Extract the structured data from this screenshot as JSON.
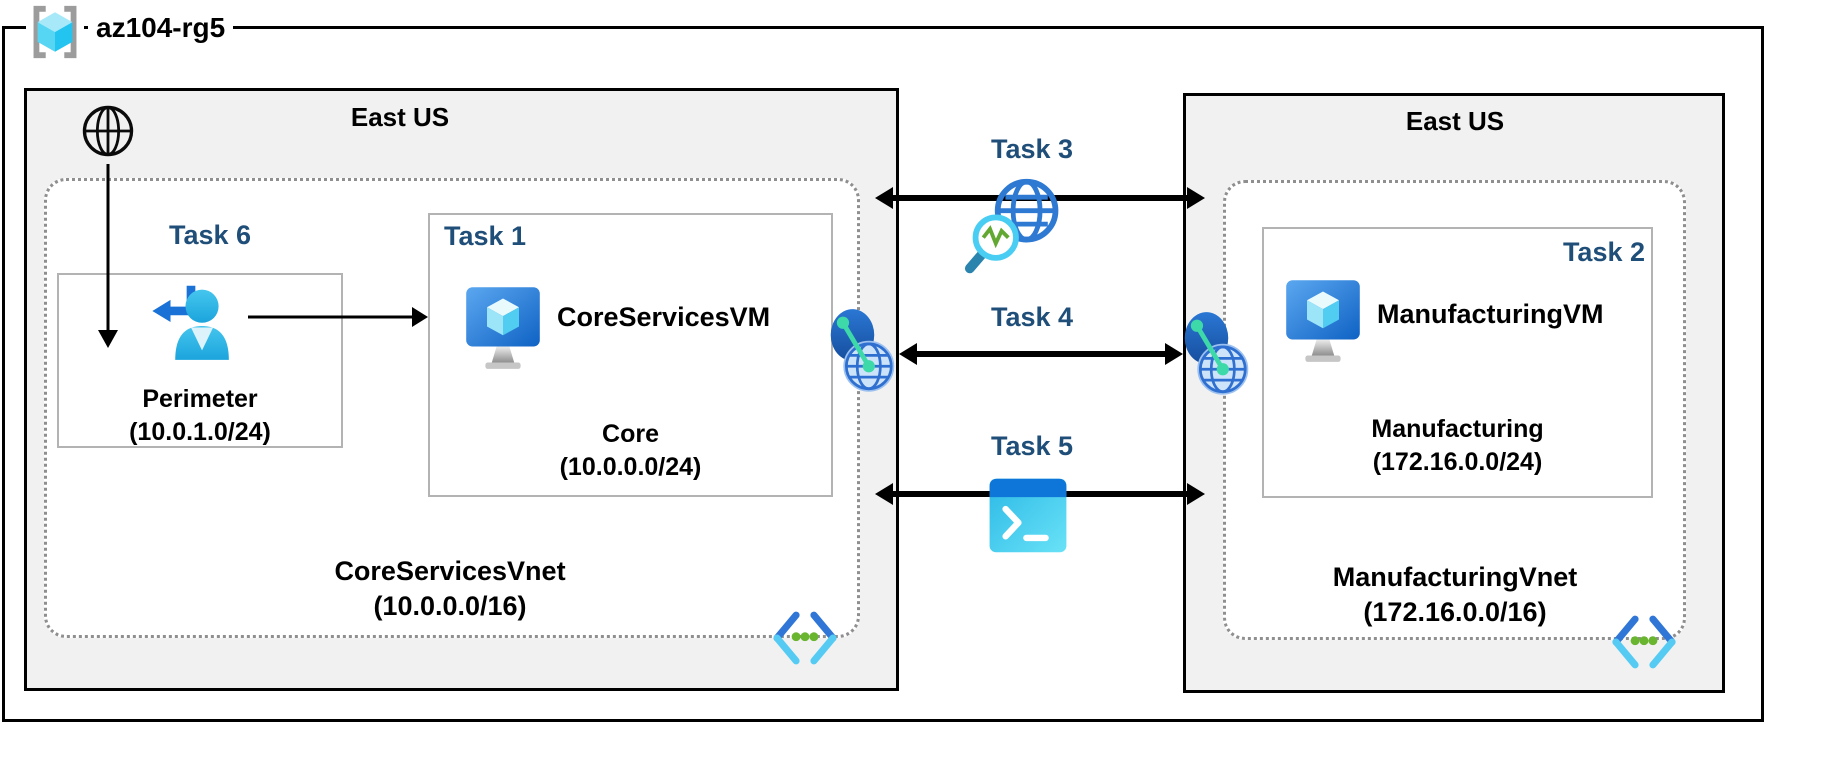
{
  "resource_group": {
    "name": "az104-rg5"
  },
  "regions": [
    {
      "location": "East US",
      "vnet_name": "CoreServicesVnet",
      "vnet_cidr": "(10.0.0.0/16)",
      "subnets": [
        {
          "task": "Task 6",
          "name": "Perimeter",
          "cidr": "(10.0.1.0/24)"
        },
        {
          "task": "Task 1",
          "vm_name": "CoreServicesVM",
          "name": "Core",
          "cidr": "(10.0.0.0/24)"
        }
      ]
    },
    {
      "location": "East US",
      "vnet_name": "ManufacturingVnet",
      "vnet_cidr": "(172.16.0.0/16)",
      "subnets": [
        {
          "task": "Task 2",
          "vm_name": "ManufacturingVM",
          "name": "Manufacturing",
          "cidr": "(172.16.0.0/24)"
        }
      ]
    }
  ],
  "connections": [
    {
      "task": "Task 3",
      "icon": "network-watcher-icon"
    },
    {
      "task": "Task 4",
      "icon": "vnet-peering-icon"
    },
    {
      "task": "Task 5",
      "icon": "cloud-shell-icon"
    }
  ],
  "icons": {
    "resource_group": "resource-group-icon",
    "internet": "internet-globe-icon",
    "perimeter_subnet": "user-signin-icon",
    "virtual_machine": "vm-icon",
    "virtual_network": "virtual-network-icon",
    "peering": "vnet-peering-icon",
    "monitoring": "network-watcher-icon",
    "shell": "cloud-shell-icon"
  },
  "colors": {
    "task_label": "#1f4e79",
    "region_fill": "#f1f1f1",
    "dotted_border": "#8f8f8f",
    "outline": "#000000",
    "arrow": "#000000"
  }
}
